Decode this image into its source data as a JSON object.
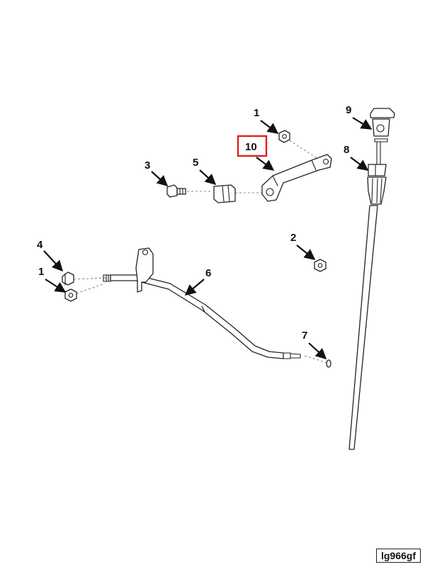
{
  "callouts": {
    "c1_top": "1",
    "c1_left": "1",
    "c2": "2",
    "c3": "3",
    "c4": "4",
    "c5": "5",
    "c6": "6",
    "c7": "7",
    "c8": "8",
    "c9": "9",
    "c10": "10"
  },
  "highlight_color": "#e0201b",
  "figure_id": "lg966gf"
}
